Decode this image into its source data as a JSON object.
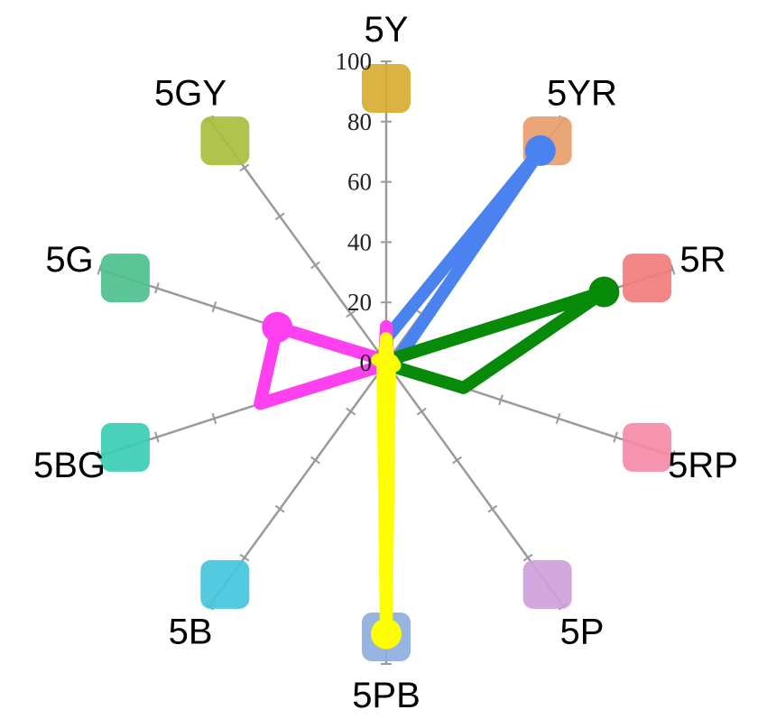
{
  "chart_data": {
    "type": "radar",
    "title": "",
    "rmax": 100,
    "ticks": [
      0,
      20,
      40,
      60,
      80,
      100
    ],
    "axes": [
      {
        "label": "5Y",
        "color": "#D7AD33"
      },
      {
        "label": "5YR",
        "color": "#E89E6E"
      },
      {
        "label": "5R",
        "color": "#F27C7C"
      },
      {
        "label": "5RP",
        "color": "#F58BA8"
      },
      {
        "label": "5P",
        "color": "#CFA1DB"
      },
      {
        "label": "5PB",
        "color": "#8FAFE0"
      },
      {
        "label": "5B",
        "color": "#45C6DE"
      },
      {
        "label": "5BG",
        "color": "#39CDB3"
      },
      {
        "label": "5G",
        "color": "#4EC08E"
      },
      {
        "label": "5GY",
        "color": "#A9BF3E"
      }
    ],
    "series": [
      {
        "color": "#4A82F0",
        "values": [
          8,
          87,
          4,
          2,
          1,
          1,
          1,
          1,
          1,
          1
        ],
        "marker_axis": 1
      },
      {
        "color": "#078A07",
        "values": [
          1,
          1,
          76,
          27,
          1,
          1,
          1,
          1,
          2,
          1
        ],
        "marker_axis": 2
      },
      {
        "color": "#FF40F0",
        "values": [
          12,
          1,
          1,
          1,
          1,
          4,
          1,
          44,
          38,
          1
        ],
        "marker_axis": 8
      },
      {
        "color": "#FFFF00",
        "values": [
          8,
          1,
          2,
          3,
          2,
          90,
          2,
          1,
          3,
          1
        ],
        "marker_axis": 5
      }
    ]
  }
}
